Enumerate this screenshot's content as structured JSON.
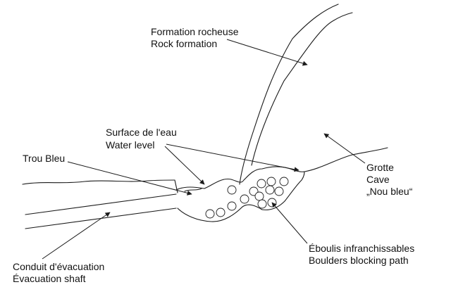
{
  "labels": {
    "rock_fr": "Formation rocheuse",
    "rock_en": "Rock formation",
    "water_fr": "Surface de l'eau",
    "water_en": "Water level",
    "trou_bleu": "Trou Bleu",
    "grotte_fr": "Grotte",
    "grotte_en": "Cave",
    "grotte_name": "„Nou bleu“",
    "eboulis_fr": "Éboulis infranchissables",
    "eboulis_en": "Boulders blocking path",
    "conduit_fr": "Conduit d'évacuation",
    "conduit_en": "Évacuation shaft"
  },
  "colors": {
    "ink": "#1a1a1a",
    "background": "#ffffff"
  }
}
